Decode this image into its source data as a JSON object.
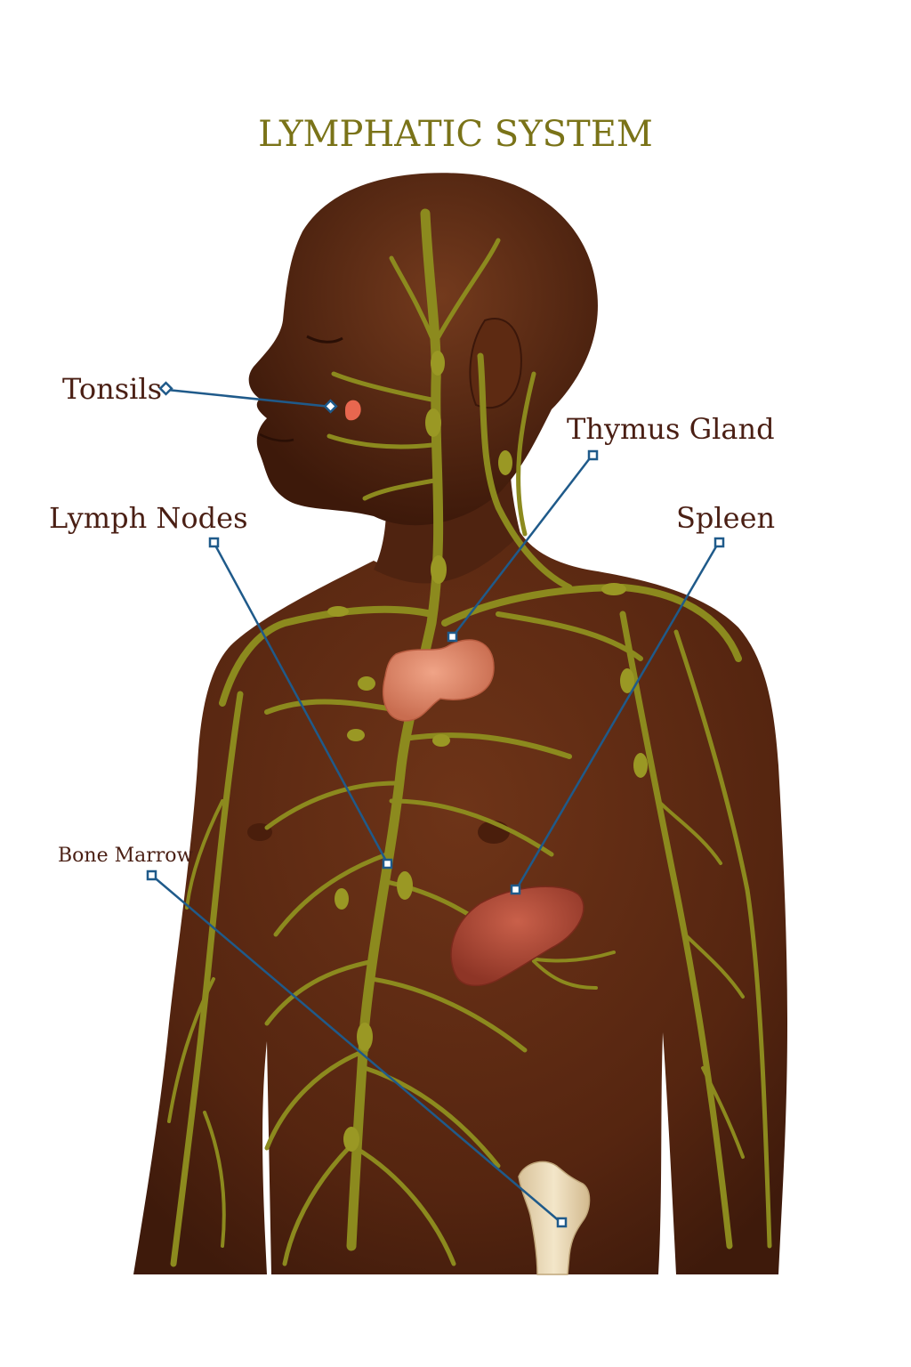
{
  "title": "LYMPHATIC SYSTEM",
  "labels": {
    "tonsils": "Tonsils",
    "thymus": "Thymus Gland",
    "lymph_nodes": "Lymph Nodes",
    "spleen": "Spleen",
    "bone_marrow": "Bone Marrow"
  },
  "colors": {
    "title": "#7a7318",
    "label_text": "#4a1f14",
    "leader_line": "#1f5a8a",
    "skin": "#5a2a13",
    "lymph_vessel": "#8c8a1e",
    "thymus": "#e08c6e",
    "spleen": "#b04a37",
    "tonsil": "#e8674f",
    "bone": "#ead7b4"
  }
}
